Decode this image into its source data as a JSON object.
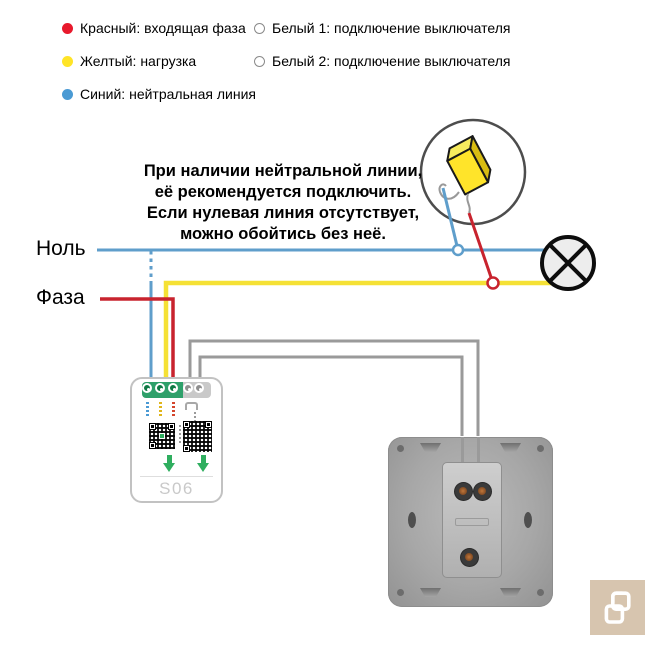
{
  "legend": {
    "items": [
      {
        "id": "red",
        "label": "Красный: входящая фаза"
      },
      {
        "id": "yellow",
        "label": "Желтый: нагрузка"
      },
      {
        "id": "blue",
        "label": "Синий: нейтральная линия"
      },
      {
        "id": "white1",
        "label": "Белый 1: подключение выключателя"
      },
      {
        "id": "white2",
        "label": "Белый 2: подключение выключателя"
      }
    ]
  },
  "note": {
    "lines": [
      "При наличии нейтральной линии,",
      "её рекомендуется подключить.",
      "Если нулевая линия отсутствует,",
      "можно обойтись без неё."
    ]
  },
  "labels": {
    "neutral": "Ноль",
    "phase": "Фаза"
  },
  "relay": {
    "model": "S06"
  },
  "colors": {
    "wire_blue": "#5f9ecb",
    "wire_yellow": "#f5e135",
    "wire_red": "#c8232e",
    "wire_gray": "#9a9a9a",
    "legend_red": "#e8192c",
    "legend_yellow": "#ffe427",
    "legend_blue": "#4a9ad4",
    "connector_yellow": "#ffe42a",
    "arrow_green": "#2fae5f",
    "watermark_bg": "#d7c5af"
  }
}
